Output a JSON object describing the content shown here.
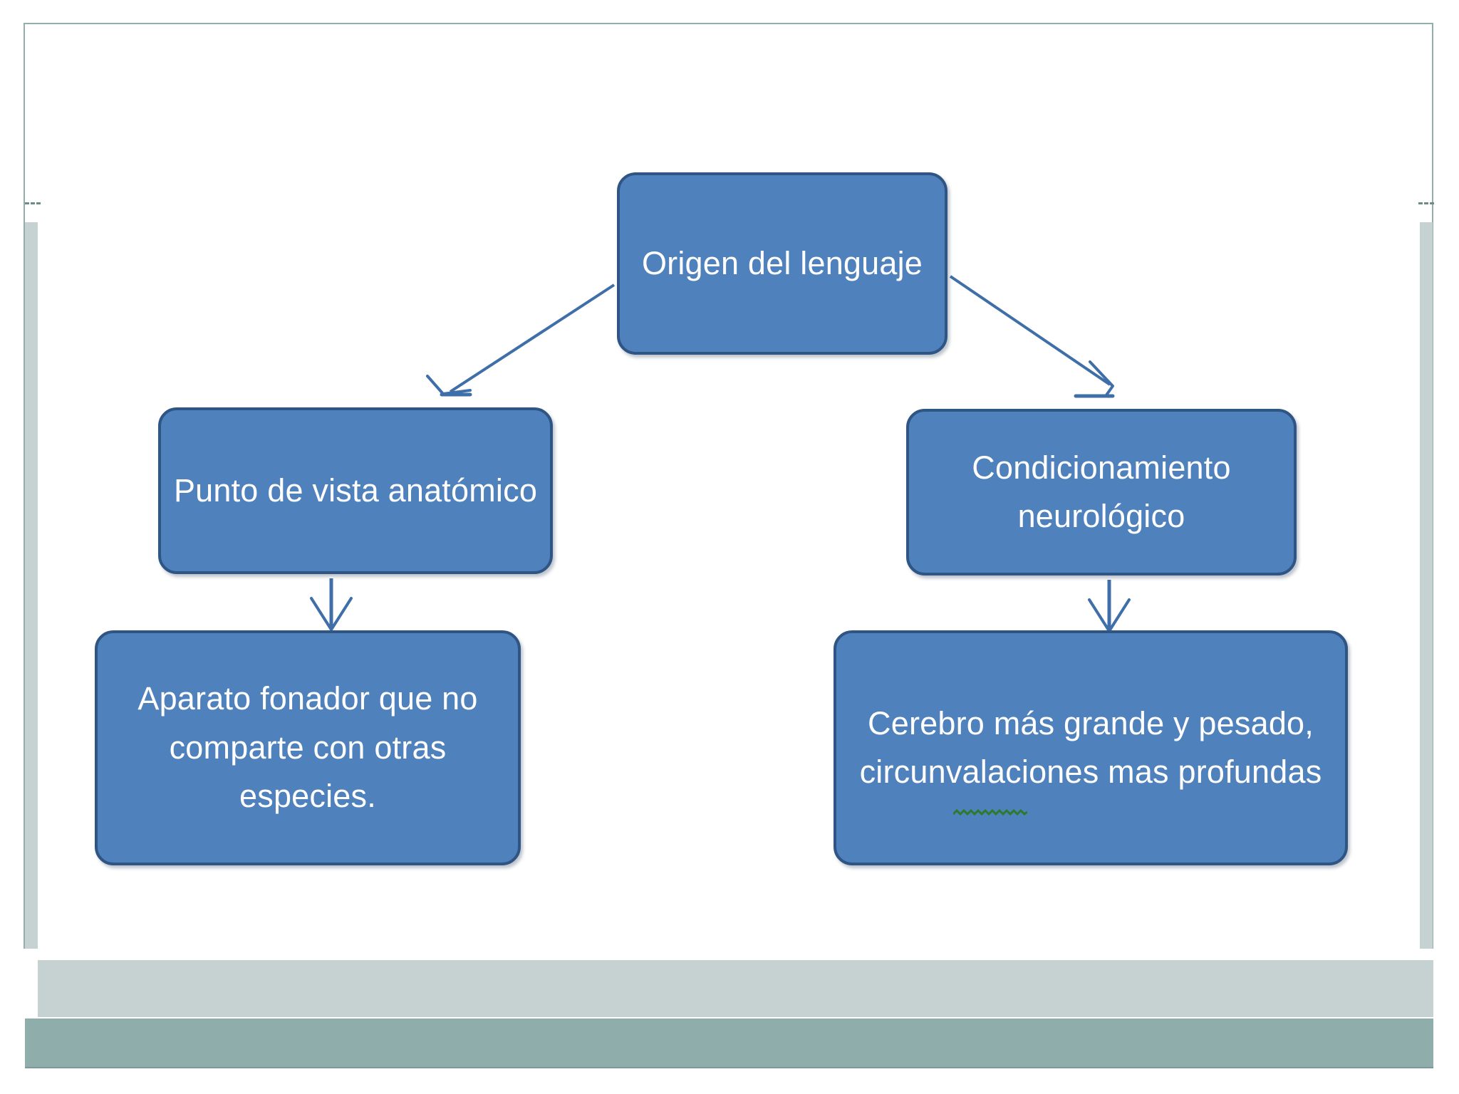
{
  "document": {
    "type": "slide-diagram",
    "background_color": "#ffffff",
    "frame_border_color": "#93aeab",
    "band_light_color": "#c6d2d2",
    "band_dark_color": "#8fadab"
  },
  "diagram": {
    "title": "Origen del lenguaje",
    "node_fill_color": "#4f81bd",
    "node_border_color": "#2e5584",
    "node_text_color": "#ffffff",
    "connector_color": "#3f6fa8",
    "spellcheck_underline_color": "#2d7a2d",
    "nodes": {
      "root": "Origen del lenguaje",
      "branch_left": "Punto de vista anatómico",
      "branch_right": "Condicionamiento neurológico",
      "leaf_left": "Aparato fonador que no comparte con otras especies.",
      "leaf_right": "Cerebro más grande y pesado, circunvalaciones mas profundas"
    },
    "connectors": [
      {
        "from": "root",
        "to": "branch_left",
        "style": "diagonal-arrow"
      },
      {
        "from": "root",
        "to": "branch_right",
        "style": "diagonal-arrow"
      },
      {
        "from": "branch_left",
        "to": "leaf_left",
        "style": "vertical-arrow"
      },
      {
        "from": "branch_right",
        "to": "leaf_right",
        "style": "vertical-arrow"
      }
    ],
    "spellcheck_flagged_word": "mas"
  }
}
